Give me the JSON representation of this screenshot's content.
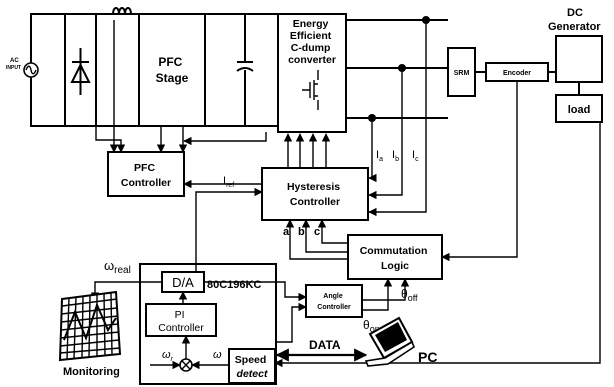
{
  "source": {
    "ac_label": "AC",
    "input_label": "INPUT"
  },
  "blocks": {
    "pfc_stage": [
      "PFC",
      "Stage"
    ],
    "pfc_controller": [
      "PFC",
      "Controller"
    ],
    "converter": [
      "Energy",
      "Efficient",
      "C-dump",
      "converter"
    ],
    "srm": "SRM",
    "encoder": "Encoder",
    "dc_generator": [
      "DC",
      "Generator"
    ],
    "load": "load",
    "hysteresis": [
      "Hysteresis",
      "Controller"
    ],
    "commutation": [
      "Commutation",
      "Logic"
    ],
    "angle": [
      "Angle",
      "Controller"
    ],
    "da": "D/A",
    "mcu": "80C196KC",
    "pi": [
      "PI",
      "Controller"
    ],
    "speed_detect": [
      "Speed",
      "detect"
    ]
  },
  "signals": {
    "i_ref": {
      "main": "I",
      "sub": "ref"
    },
    "i_a": {
      "main": "I",
      "sub": "a"
    },
    "i_b": {
      "main": "I",
      "sub": "b"
    },
    "i_c": {
      "main": "I",
      "sub": "c"
    },
    "phase_a": "a",
    "phase_b": "b",
    "phase_c": "c",
    "omega_real": {
      "main": "ω",
      "sub": "real"
    },
    "theta_on": {
      "main": "θ",
      "sub": "on"
    },
    "theta_off": {
      "main": "θ",
      "sub": "off"
    },
    "omega_r": {
      "main": "ω",
      "sub": "r"
    },
    "omega": "ω",
    "data": "DATA"
  },
  "labels": {
    "monitoring": "Monitoring",
    "pc": "PC"
  }
}
